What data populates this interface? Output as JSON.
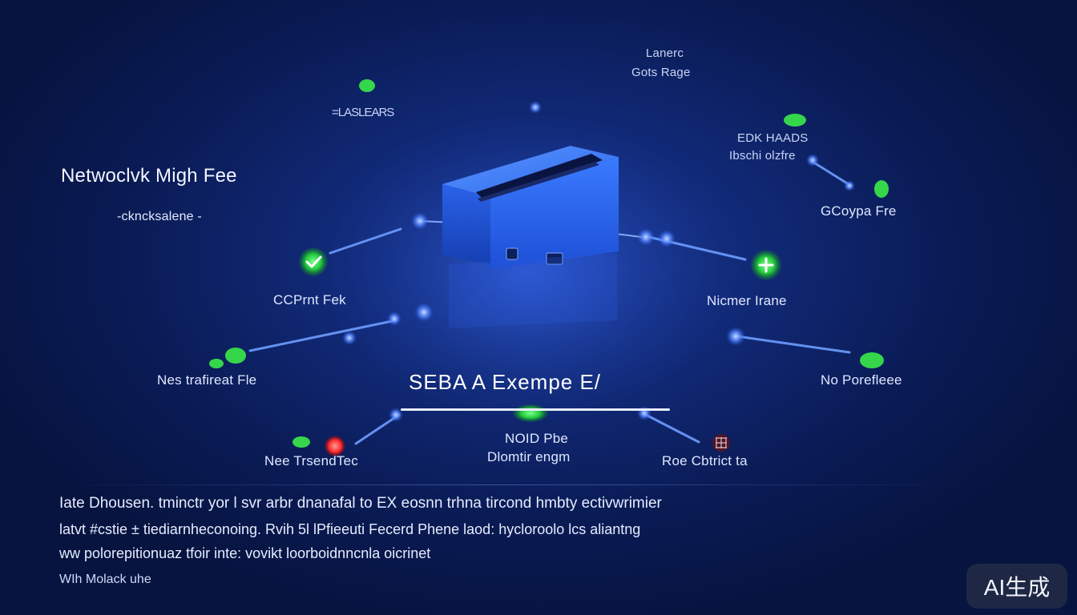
{
  "colors": {
    "background": "#0a1b55",
    "node_glow": "#5b8cff",
    "status_ok": "#2fd14a",
    "status_alert": "#ff3b3b",
    "server": "#2f6dff"
  },
  "top_labels": {
    "top_right_1": "Lanerc",
    "top_right_2": "Gots Rage",
    "top_left_scribble": "=LASLEARS"
  },
  "left_header": {
    "title": "Netwoclvk Migh Fee",
    "subtitle": "-ckncksalene -"
  },
  "right_header": {
    "line1": "EDK HAADS",
    "line2": "Ibschi olzfre"
  },
  "nodes": {
    "ccp": "CCPrnt Fek",
    "nes": "Nes trafireat Fle",
    "nee": "Nee TrsendTec",
    "gcoy": "GCoypa Fre",
    "nicmer": "Nicmer Irane",
    "noport": "No Porefleee",
    "roe": "Roe Cbtrict ta"
  },
  "center": {
    "title": "SEBA A Exempe E/",
    "sub1": "NOID Pbe",
    "sub2": "Dlomtir engm"
  },
  "paragraph": {
    "line1": "Iate Dhousen. tminctr yor l svr arbr dnanafal to EX eosnn trhna tircond hmbty ectivwrimier",
    "line2": "latvt #cstie ± tiediarnheconoing. Rvih 5l lPfieeuti Fecerd Phene laod: hycloroolo lcs aliantng",
    "line3": "ww polorepitionuaz tfoir          inte: vovikt loorboidnncnla oicrinet",
    "line4": "WIh Molack uhe"
  },
  "watermark": "AI生成"
}
